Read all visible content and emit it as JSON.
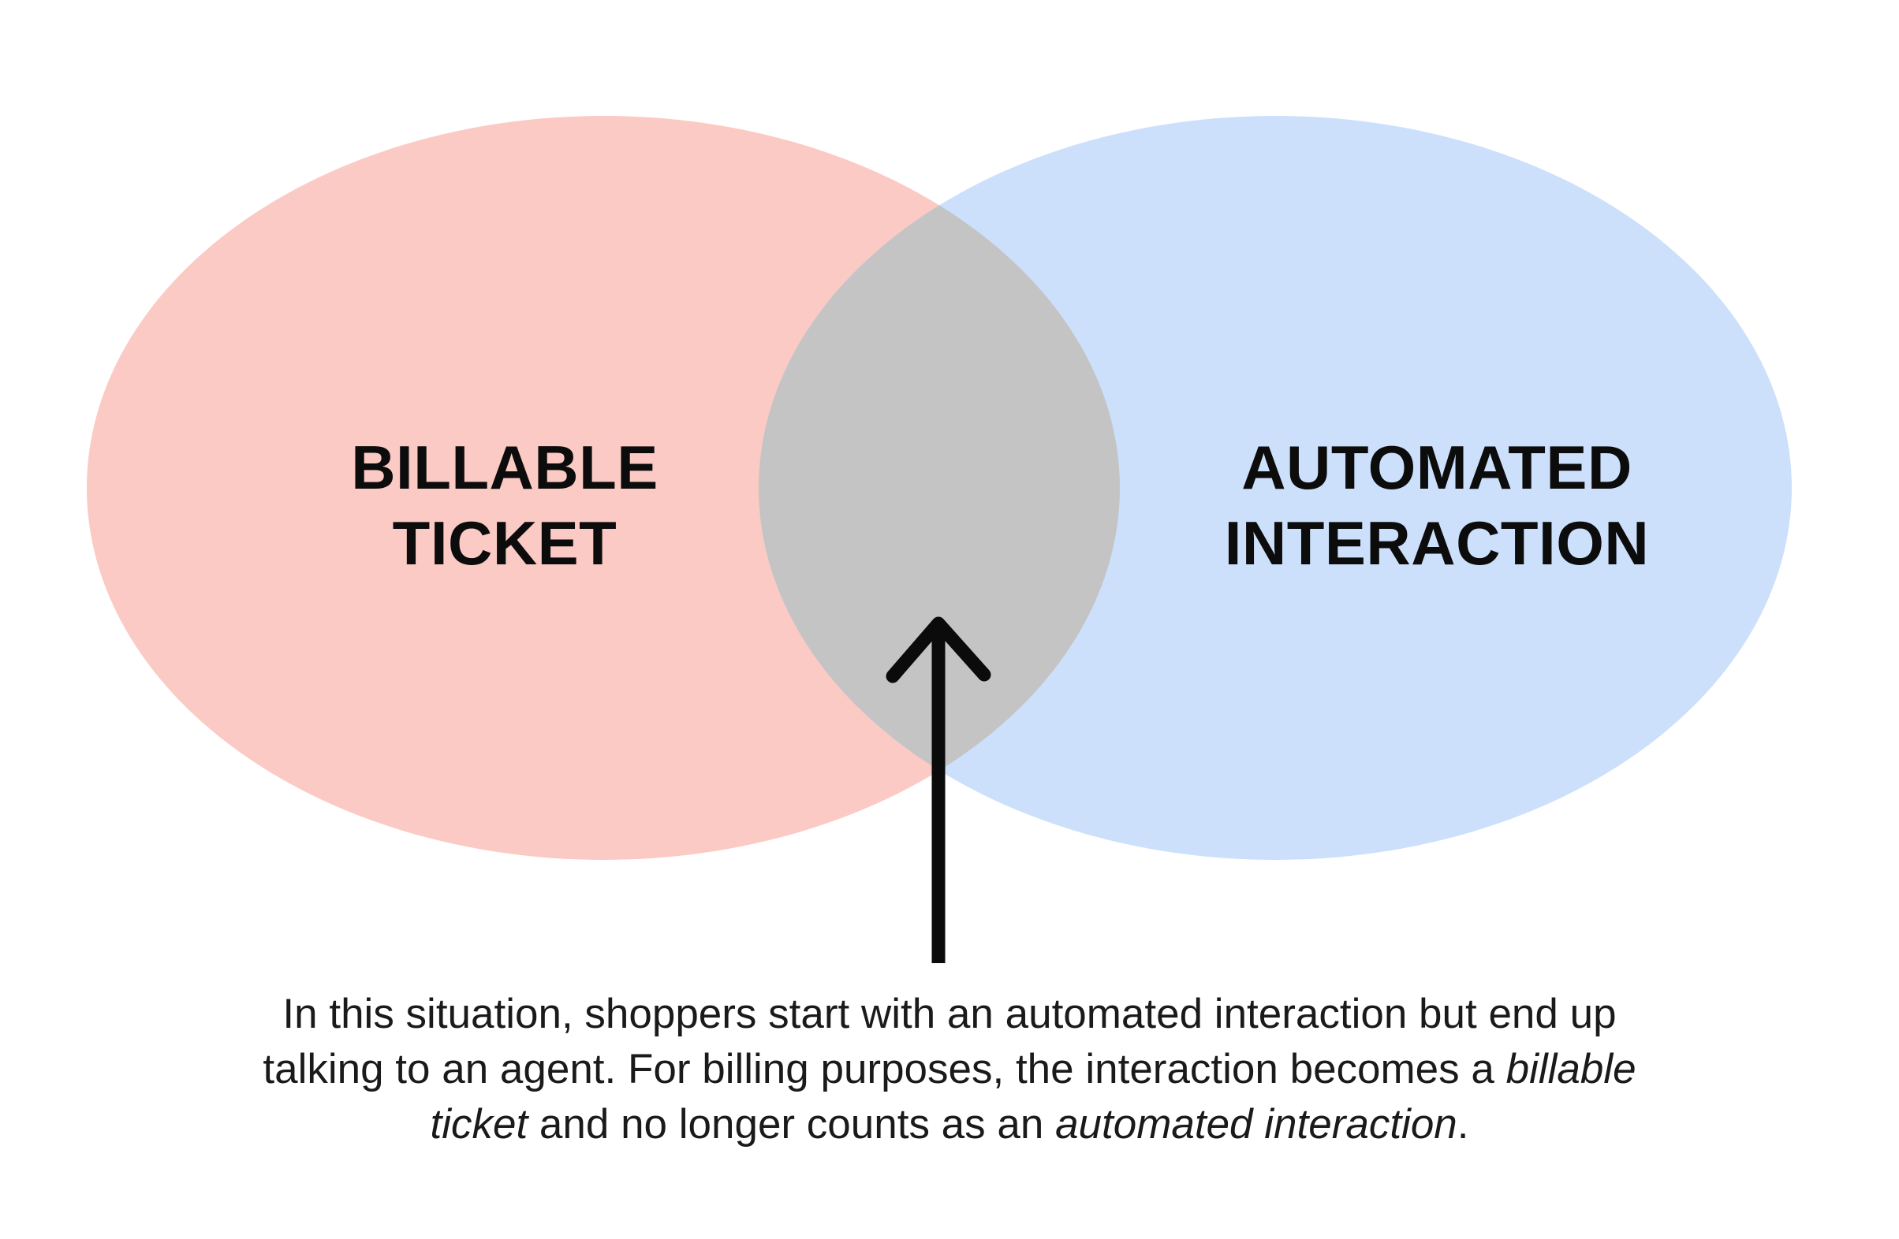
{
  "colors": {
    "left_set": "#FBCAC4",
    "right_set": "#CCE0FC",
    "overlap": "#C4C4C4",
    "arrow": "#0B0B0B",
    "text": "#111111",
    "background": "#FFFFFF"
  },
  "venn": {
    "type": "venn-2-set",
    "left": {
      "name": "billable-ticket",
      "line1": "BILLABLE",
      "line2": "TICKET"
    },
    "right": {
      "name": "automated-interaction",
      "line1": "AUTOMATED",
      "line2": "INTERACTION"
    },
    "overlap_meaning": "interaction that becomes a billable ticket"
  },
  "caption": {
    "line1": {
      "seg1": "In this situation, shoppers start with an automated interaction but end up"
    },
    "line2": {
      "seg1": "talking to an agent. For billing purposes, the interaction becomes a ",
      "seg2": "billable"
    },
    "line3": {
      "seg1": "ticket",
      "seg2": " and no longer counts as an ",
      "seg3": "automated interaction",
      "seg4": "."
    }
  }
}
